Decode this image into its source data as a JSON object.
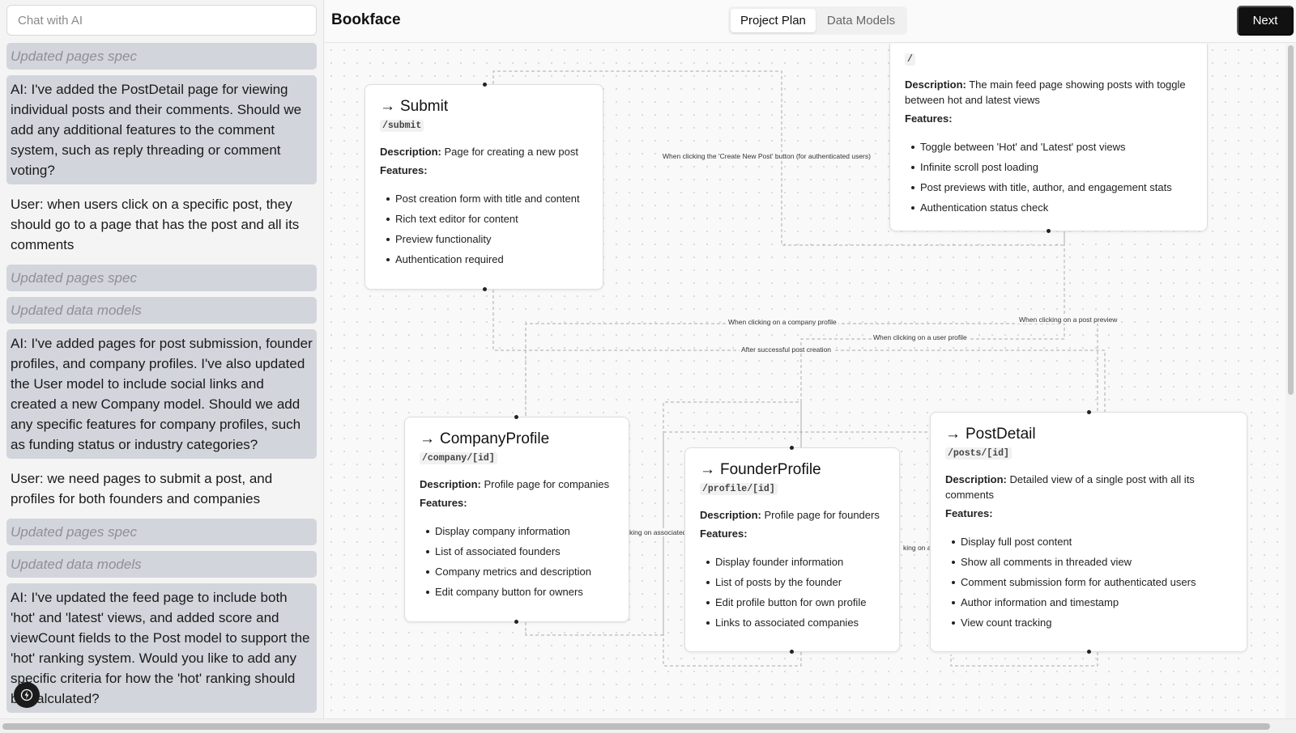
{
  "chat": {
    "input_placeholder": "Chat with AI",
    "messages": [
      {
        "kind": "spec",
        "text": "Updated pages spec"
      },
      {
        "kind": "ai",
        "text": "AI: I've added the PostDetail page for viewing individual posts and their comments. Should we add any additional features to the comment system, such as reply threading or comment voting?"
      },
      {
        "kind": "user",
        "text": "User: when users click on a specific post, they should go to a page that has the post and all its comments"
      },
      {
        "kind": "spec",
        "text": "Updated pages spec"
      },
      {
        "kind": "spec",
        "text": "Updated data models"
      },
      {
        "kind": "ai",
        "text": "AI: I've added pages for post submission, founder profiles, and company profiles. I've also updated the User model to include social links and created a new Company model. Should we add any specific features for company profiles, such as funding status or industry categories?"
      },
      {
        "kind": "user",
        "text": "User: we need pages to submit a post, and profiles for both founders and companies"
      },
      {
        "kind": "spec",
        "text": "Updated pages spec"
      },
      {
        "kind": "spec",
        "text": "Updated data models"
      },
      {
        "kind": "ai",
        "text": "AI: I've updated the feed page to include both 'hot' and 'latest' views, and added score and viewCount fields to the Post model to support the 'hot' ranking system. Would you like to add any specific criteria for how the 'hot' ranking should be calculated?"
      }
    ]
  },
  "header": {
    "title": "Bookface",
    "tabs": [
      {
        "label": "Project Plan",
        "active": true
      },
      {
        "label": "Data Models",
        "active": false
      }
    ],
    "next_label": "Next"
  },
  "labels": {
    "description": "Description:",
    "features": "Features:",
    "arrow": "→"
  },
  "nodes": {
    "submit": {
      "title": "Submit",
      "path": "/submit",
      "description": "Page for creating a new post",
      "features": [
        "Post creation form with title and content",
        "Rich text editor for content",
        "Preview functionality",
        "Authentication required"
      ]
    },
    "feed": {
      "path": "/",
      "description": "The main feed page showing posts with toggle between hot and latest views",
      "features": [
        "Toggle between 'Hot' and 'Latest' post views",
        "Infinite scroll post loading",
        "Post previews with title, author, and engagement stats",
        "Authentication status check"
      ]
    },
    "company": {
      "title": "CompanyProfile",
      "path": "/company/[id]",
      "description": "Profile page for companies",
      "features": [
        "Display company information",
        "List of associated founders",
        "Company metrics and description",
        "Edit company button for owners"
      ]
    },
    "founder": {
      "title": "FounderProfile",
      "path": "/profile/[id]",
      "description": "Profile page for founders",
      "features": [
        "Display founder information",
        "List of posts by the founder",
        "Edit profile button for own profile",
        "Links to associated companies"
      ]
    },
    "postdetail": {
      "title": "PostDetail",
      "path": "/posts/[id]",
      "description": "Detailed view of a single post with all its comments",
      "features": [
        "Display full post content",
        "Show all comments in threaded view",
        "Comment submission form for authenticated users",
        "Author information and timestamp",
        "View count tracking"
      ]
    }
  },
  "edges": {
    "create_post": "When clicking the 'Create New Post' button (for authenticated users)",
    "company_profile": "When clicking on a company profile",
    "user_profile": "When clicking on a user profile",
    "post_preview": "When clicking on a post preview",
    "after_creation": "After successful post creation",
    "associated_1": "king on associated",
    "associated_2": "king on au"
  }
}
